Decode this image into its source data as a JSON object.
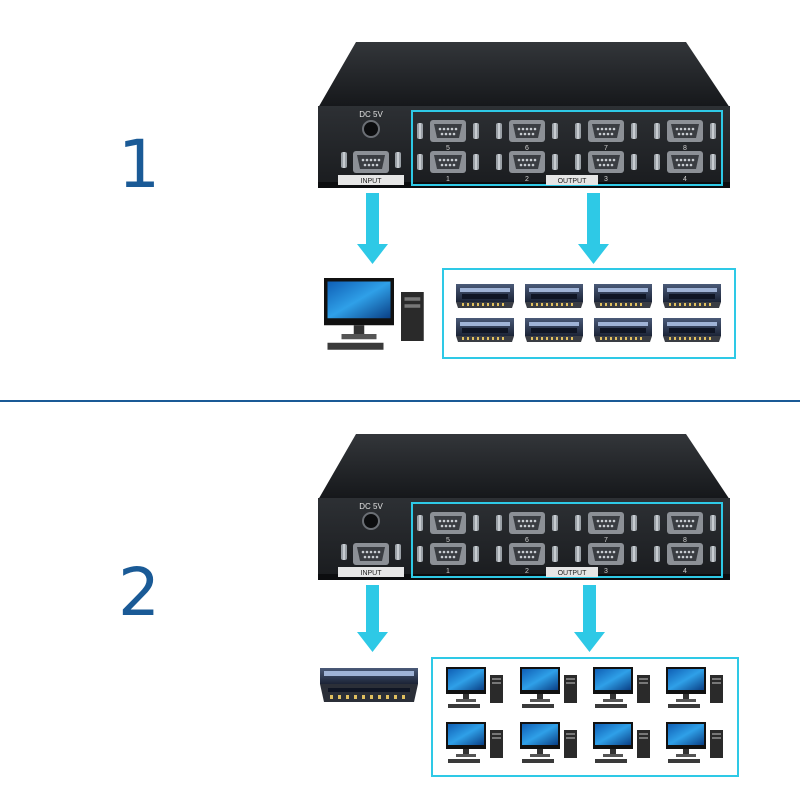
{
  "colors": {
    "accent": "#1a5a96",
    "highlight": "#2ec9e6",
    "device_body": "#1d1f22",
    "panel_face": "#2a2c30"
  },
  "sections": [
    {
      "step": "1",
      "device": {
        "power_label": "DC 5V",
        "input_label": "INPUT",
        "output_label": "OUTPUT",
        "port_numbers_top": [
          "5",
          "6",
          "7",
          "8"
        ],
        "port_numbers_bottom": [
          "1",
          "2",
          "3",
          "4"
        ]
      },
      "input_target": {
        "icon": "desktop-computer-icon",
        "count": 1
      },
      "output_targets": {
        "icon": "rack-device-icon",
        "count": 8
      }
    },
    {
      "step": "2",
      "device": {
        "power_label": "DC 5V",
        "input_label": "INPUT",
        "output_label": "OUTPUT",
        "port_numbers_top": [
          "5",
          "6",
          "7",
          "8"
        ],
        "port_numbers_bottom": [
          "1",
          "2",
          "3",
          "4"
        ]
      },
      "input_target": {
        "icon": "rack-device-icon",
        "count": 1
      },
      "output_targets": {
        "icon": "desktop-computer-icon",
        "count": 8
      }
    }
  ]
}
